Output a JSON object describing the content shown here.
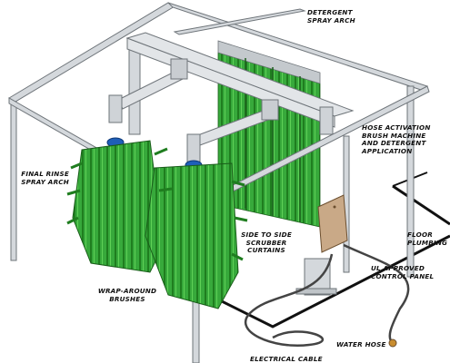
{
  "labels": {
    "detergent_spray_arch": "DETERGENT\nSPRAY ARCH",
    "hose_activation": "HOSE ACTIVATION\nBRUSH MACHINE\nAND DETERGENT\nAPPLICATION",
    "final_rinse": "FINAL RINSE\nSPRAY ARCH",
    "scrubber_curtains": "SIDE TO SIDE\nSCRUBBER\nCURTAINS",
    "floor_plumbing": "FLOOR\nPLUMBING",
    "control_panel": "UL APPROVED\nCONTROL PANEL",
    "wrap_around": "WRAP-AROUND\nBRUSHES",
    "water_hose": "WATER HOSE",
    "electrical_cable": "ELECTRICAL CABLE"
  },
  "colors": {
    "frame": "#d4d8dc",
    "frame_edge": "#6e7479",
    "brush": "#3fbf3a",
    "brush_dark": "#1f7d1f",
    "curtain": "#2f9e34",
    "motor": "#1f5fb8",
    "panel": "#c9a987",
    "plumbing": "#111111"
  }
}
